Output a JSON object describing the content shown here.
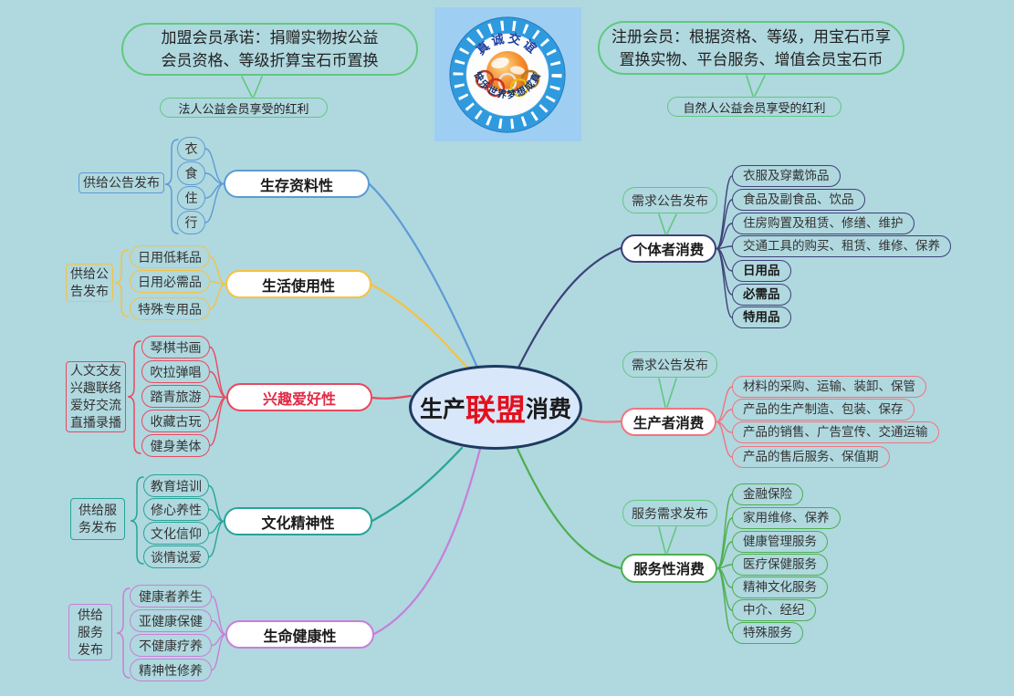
{
  "canvas": {
    "background_color": "#b0d8df"
  },
  "top_left_note": {
    "text": "加盟会员承诺：捐赠实物按公益\n会员资格、等级折算宝石币置换",
    "callout": "法人公益会员享受的红利",
    "color": "#5fc97e"
  },
  "top_right_note": {
    "text": "注册会员：根据资格、等级，用宝石币享\n置换实物、平台服务、增值会员宝石币",
    "callout": "自然人公益会员享受的红利",
    "color": "#5fc97e"
  },
  "logo": {
    "top_text": "真诚交谊",
    "bottom_text": "快乐世界梦想成真",
    "ring_color": "#2f9ade",
    "globe_color": "#f07818",
    "background_color": "#9fcef3"
  },
  "center": {
    "left": "生产",
    "highlight": "联盟",
    "right": "消费",
    "highlight_color": "#e4101d",
    "fill_color": "#d8e7fa",
    "border_color": "#1e3a5f"
  },
  "left_branches": [
    {
      "label": "生存资料性",
      "color": "#5b9bd5",
      "annotation": "供给公告发布",
      "children": [
        "衣",
        "食",
        "住",
        "行"
      ]
    },
    {
      "label": "生活使用性",
      "color": "#f5c242",
      "annotation": "供给公\n告发布",
      "children": [
        "日用低耗品",
        "日用必需品",
        "特殊专用品"
      ]
    },
    {
      "label": "兴趣爱好性",
      "color": "#e8495f",
      "label_color": "#e02a45",
      "annotation": "人文交友\n兴趣联络\n爱好交流\n直播录播",
      "children": [
        "琴棋书画",
        "吹拉弹唱",
        "踏青旅游",
        "收藏古玩",
        "健身美体"
      ]
    },
    {
      "label": "文化精神性",
      "color": "#27a498",
      "annotation": "供给服\n务发布",
      "children": [
        "教育培训",
        "修心养性",
        "文化信仰",
        "谈情说爱"
      ]
    },
    {
      "label": "生命健康性",
      "color": "#c77fd9",
      "annotation": "供给\n服务\n发布",
      "children": [
        "健康者养生",
        "亚健康保健",
        "不健康疗养",
        "精神性修养"
      ]
    }
  ],
  "right_branches": [
    {
      "label": "个体者消费",
      "color": "#3d4179",
      "callout": "需求公告发布",
      "callout_color": "#5fc97e",
      "children": [
        "衣服及穿戴饰品",
        "食品及副食品、饮品",
        "住房购置及租赁、修缮、维护",
        "交通工具的购买、租赁、维修、保养",
        "日用品",
        "必需品",
        "特用品"
      ]
    },
    {
      "label": "生产者消费",
      "color": "#f2737f",
      "callout": "需求公告发布",
      "callout_color": "#5fc97e",
      "children": [
        "材料的采购、运输、装卸、保管",
        "产品的生产制造、包装、保存",
        "产品的销售、广告宣传、交通运输",
        "产品的售后服务、保值期"
      ]
    },
    {
      "label": "服务性消费",
      "color": "#4caf50",
      "callout": "服务需求发布",
      "callout_color": "#5fc97e",
      "children": [
        "金融保险",
        "家用维修、保养",
        "健康管理服务",
        "医疗保健服务",
        "精神文化服务",
        "中介、经纪",
        "特殊服务"
      ]
    }
  ]
}
